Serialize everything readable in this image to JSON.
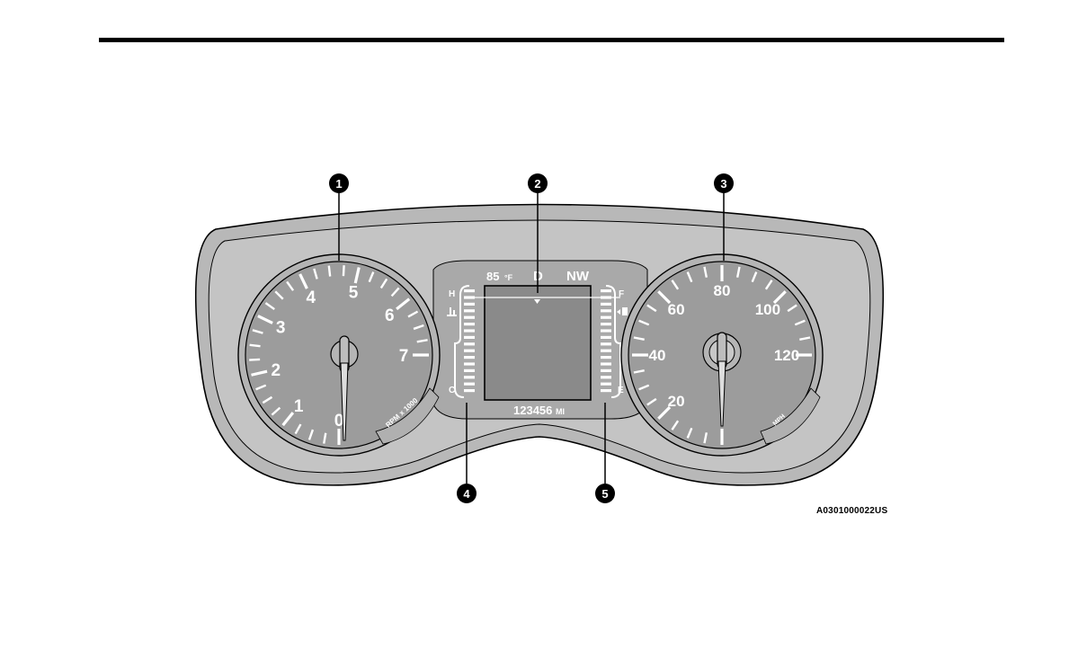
{
  "figure_id": "A0301000022US",
  "callouts": {
    "c1": "1",
    "c2": "2",
    "c3": "3",
    "c4": "4",
    "c5": "5"
  },
  "tachometer": {
    "numbers": [
      "0",
      "1",
      "2",
      "3",
      "4",
      "5",
      "6",
      "7"
    ],
    "unit_label": "RPM x 1000",
    "needle_value": 0
  },
  "speedometer": {
    "numbers": [
      "20",
      "40",
      "60",
      "80",
      "100",
      "120"
    ],
    "unit_label": "MPH",
    "needle_value": 0
  },
  "center_display": {
    "outside_temp": "85",
    "temp_unit": "°F",
    "gear": "D",
    "compass": "NW",
    "odometer": "123456",
    "odometer_unit": "MI"
  },
  "temp_gauge": {
    "high_label": "H",
    "low_label": "C"
  },
  "fuel_gauge": {
    "full_label": "F",
    "empty_label": "E"
  },
  "colors": {
    "panel": "#bdbdbd",
    "gauge_face": "#9c9c9c",
    "screen": "#8a8a8a",
    "ink": "#000000"
  }
}
